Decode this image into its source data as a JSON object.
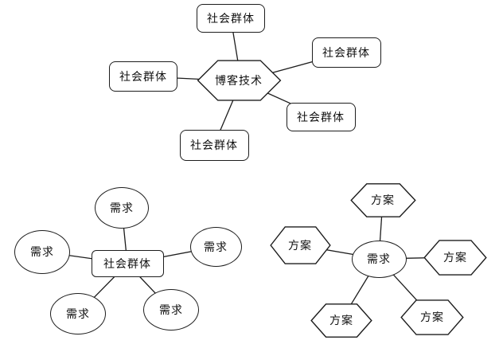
{
  "canvas": {
    "background": "#ffffff",
    "stroke_color": "#1d1d1d",
    "text_color": "#111111"
  },
  "diagrams": [
    {
      "name": "blog-technology-network",
      "center": {
        "shape": "hexagon",
        "label": "博客技术"
      },
      "satellites": [
        {
          "shape": "rounded-rect",
          "label": "社会群体",
          "position": "top"
        },
        {
          "shape": "rounded-rect",
          "label": "社会群体",
          "position": "left"
        },
        {
          "shape": "rounded-rect",
          "label": "社会群体",
          "position": "right-upper"
        },
        {
          "shape": "rounded-rect",
          "label": "社会群体",
          "position": "right-lower"
        },
        {
          "shape": "rounded-rect",
          "label": "社会群体",
          "position": "bottom"
        }
      ]
    },
    {
      "name": "social-group-needs",
      "center": {
        "shape": "rounded-rect",
        "label": "社会群体"
      },
      "satellites": [
        {
          "shape": "ellipse",
          "label": "需求",
          "position": "top"
        },
        {
          "shape": "ellipse",
          "label": "需求",
          "position": "left"
        },
        {
          "shape": "ellipse",
          "label": "需求",
          "position": "right"
        },
        {
          "shape": "ellipse",
          "label": "需求",
          "position": "bottom-left"
        },
        {
          "shape": "ellipse",
          "label": "需求",
          "position": "bottom-right"
        }
      ]
    },
    {
      "name": "need-solutions",
      "center": {
        "shape": "ellipse",
        "label": "需求"
      },
      "satellites": [
        {
          "shape": "hexagon",
          "label": "方案",
          "position": "top"
        },
        {
          "shape": "hexagon",
          "label": "方案",
          "position": "left"
        },
        {
          "shape": "hexagon",
          "label": "方案",
          "position": "right"
        },
        {
          "shape": "hexagon",
          "label": "方案",
          "position": "bottom-left"
        },
        {
          "shape": "hexagon",
          "label": "方案",
          "position": "bottom-right"
        }
      ]
    }
  ]
}
